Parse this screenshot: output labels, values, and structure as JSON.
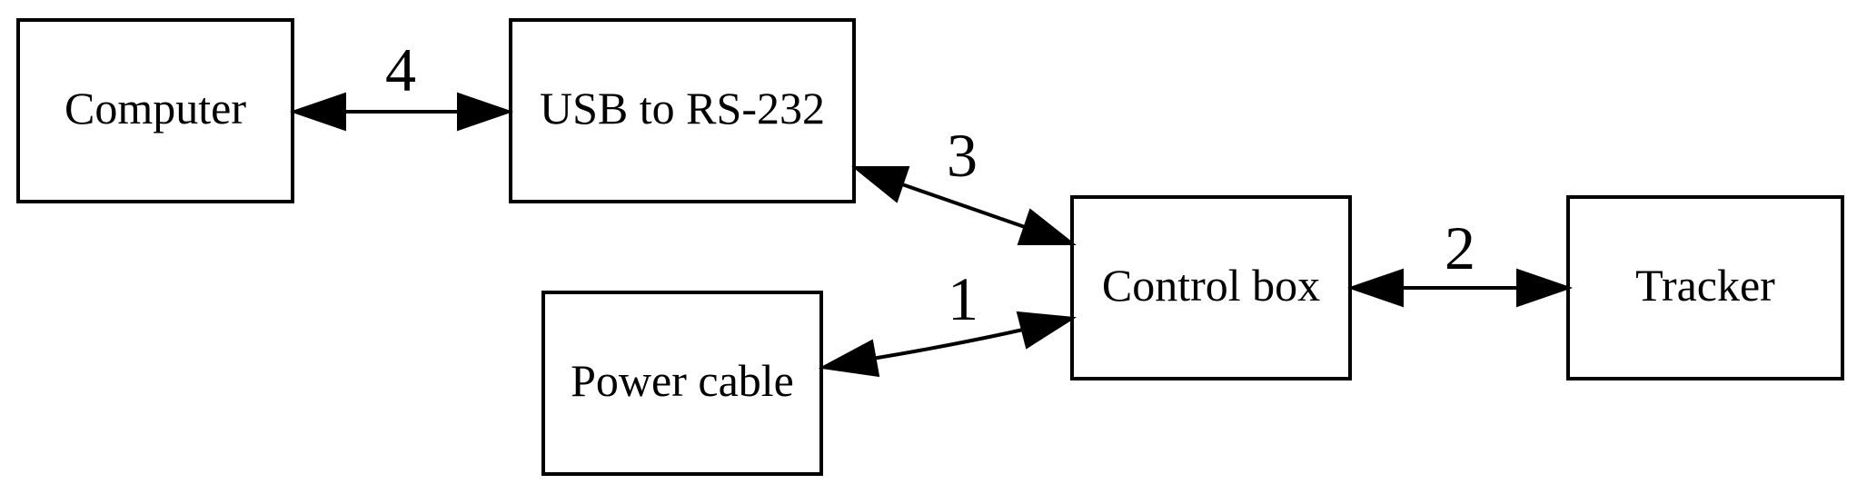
{
  "nodes": {
    "computer": "Computer",
    "usb": "USB to RS-232",
    "control": "Control box",
    "tracker": "Tracker",
    "power": "Power cable"
  },
  "edges": {
    "computer_usb": "4",
    "usb_control": "3",
    "control_tracker": "2",
    "power_control": "1"
  },
  "edge_style": "bidirectional-arrow",
  "colors": {
    "stroke": "#000000",
    "background": "#ffffff"
  }
}
